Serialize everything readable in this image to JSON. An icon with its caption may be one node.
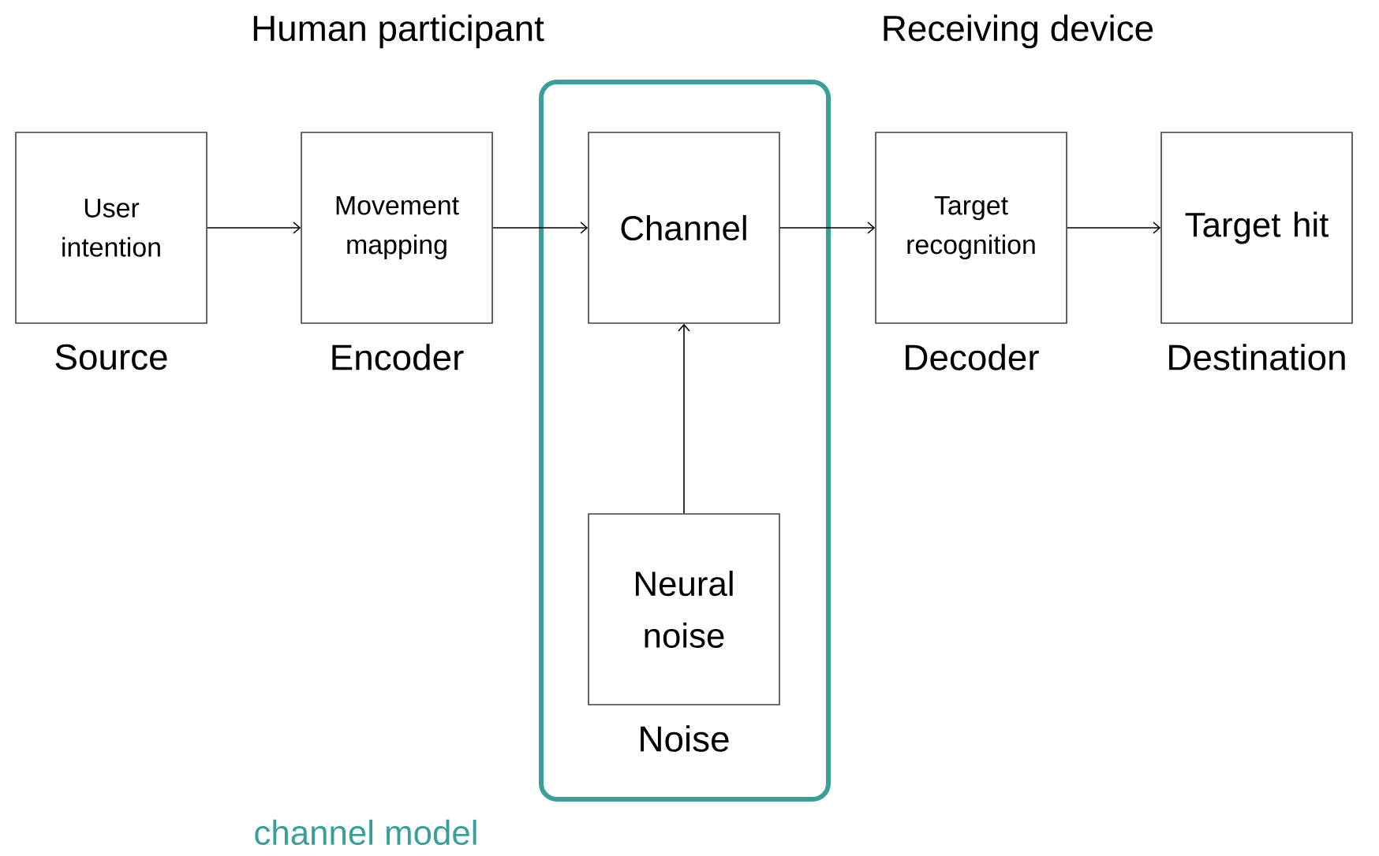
{
  "diagram": {
    "nodes": [
      {
        "text": [
          "User intention"
        ],
        "beside": [
          "Source"
        ]
      },
      {
        "text": [
          "Movement mapping"
        ],
        "beside": [
          "Encoder"
        ]
      },
      {
        "text": [
          "channel model"
        ]
      },
      {
        "text": [
          "Channel"
        ],
        "in": 2
      },
      {
        "text": [
          "Target recognition"
        ],
        "beside": [
          "Decoder"
        ]
      },
      {
        "text": [
          "Target hit"
        ],
        "beside": [
          "Destination"
        ]
      },
      {
        "text": [
          "Neural noise"
        ],
        "in": 2,
        "beside": [
          "Noise"
        ]
      }
    ],
    "edges": [
      {
        "from": 0,
        "to": 1,
        "arrow": "to"
      },
      {
        "from": 1,
        "to": 3,
        "arrow": "to"
      },
      {
        "from": 3,
        "to": 4,
        "arrow": "to"
      },
      {
        "from": 4,
        "to": 5,
        "arrow": "to"
      },
      {
        "from": 6,
        "to": 3,
        "arrow": "to"
      }
    ],
    "labels": [
      "Human participant",
      "Receiving device"
    ]
  }
}
